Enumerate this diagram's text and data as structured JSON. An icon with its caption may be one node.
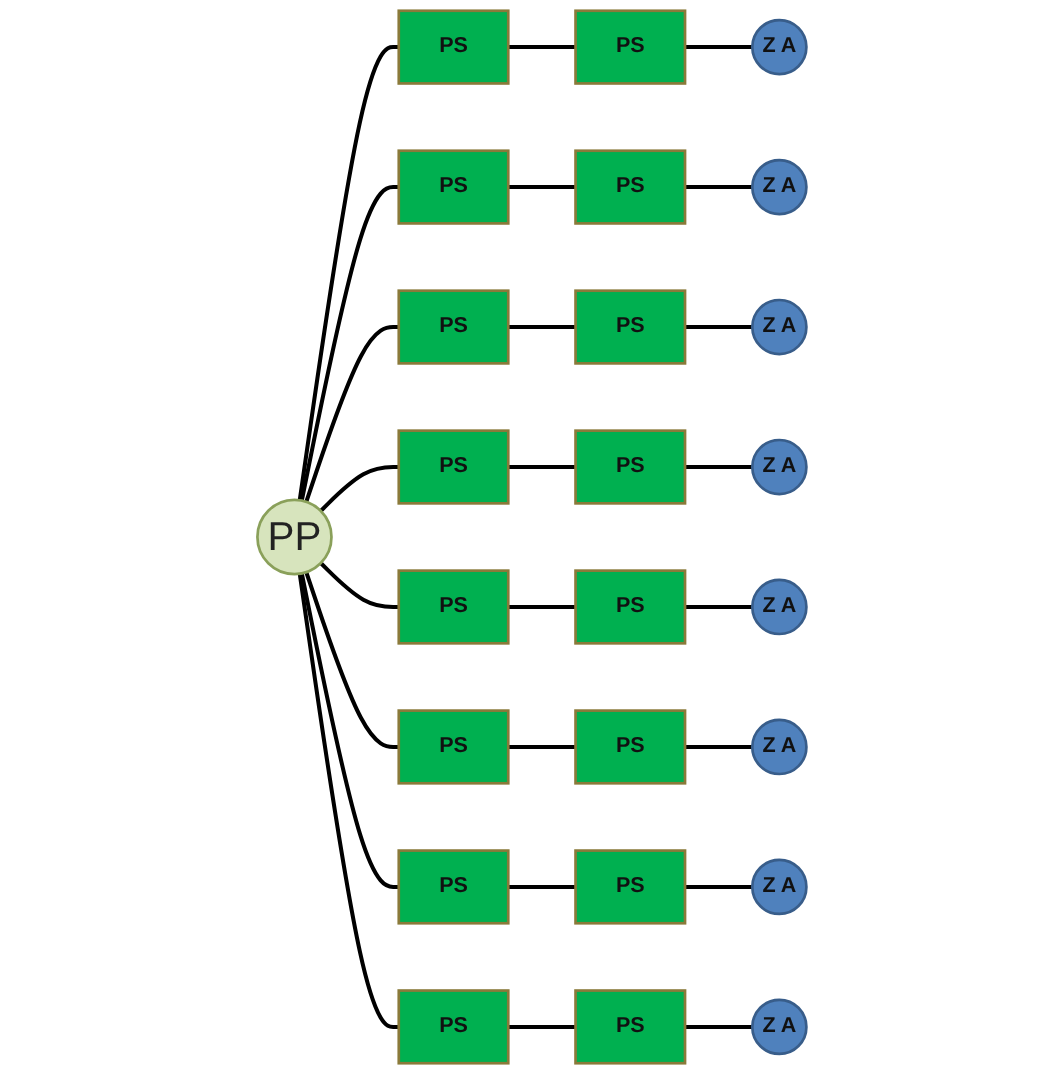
{
  "diagram": {
    "nodes": [
      {
        "text": [
          "PP"
        ]
      },
      {
        "text": [
          "Z A"
        ]
      },
      {
        "text": [
          "PS"
        ]
      },
      {
        "text": [
          "PS"
        ]
      },
      {
        "text": [
          "PS"
        ]
      },
      {
        "text": [
          "PS"
        ]
      },
      {
        "text": [
          "Z A"
        ]
      },
      {
        "text": [
          "Z A"
        ]
      },
      {
        "text": [
          "PS"
        ]
      },
      {
        "text": [
          "PS"
        ]
      },
      {
        "text": [
          "PS"
        ]
      },
      {
        "text": [
          "PS"
        ]
      },
      {
        "text": [
          "Z A"
        ]
      },
      {
        "text": [
          "Z A"
        ]
      },
      {
        "text": [
          "PS"
        ]
      },
      {
        "text": [
          "PS"
        ]
      },
      {
        "text": [
          "PS"
        ]
      },
      {
        "text": [
          "PS"
        ]
      },
      {
        "text": [
          "Z A"
        ]
      },
      {
        "text": [
          "Z A"
        ]
      },
      {
        "text": [
          "PS"
        ]
      },
      {
        "text": [
          "PS"
        ]
      },
      {
        "text": [
          "PS"
        ]
      },
      {
        "text": [
          "PS"
        ]
      },
      {
        "text": [
          "Z A"
        ]
      }
    ],
    "edges": [
      {
        "from": 0,
        "to": 3,
        "arrow": "none"
      },
      {
        "from": 3,
        "to": 2,
        "arrow": "none"
      },
      {
        "from": 2,
        "to": 1,
        "arrow": "none"
      },
      {
        "from": 0,
        "to": 4,
        "arrow": "none"
      },
      {
        "from": 4,
        "to": 5,
        "arrow": "none"
      },
      {
        "from": 5,
        "to": 6,
        "arrow": "none"
      },
      {
        "from": 0,
        "to": 9,
        "arrow": "none"
      },
      {
        "from": 9,
        "to": 8,
        "arrow": "none"
      },
      {
        "from": 8,
        "to": 7,
        "arrow": "none"
      },
      {
        "from": 0,
        "to": 10,
        "arrow": "none"
      },
      {
        "from": 10,
        "to": 11,
        "arrow": "none"
      },
      {
        "from": 11,
        "to": 12,
        "arrow": "none"
      },
      {
        "from": 0,
        "to": 15,
        "arrow": "none"
      },
      {
        "from": 15,
        "to": 14,
        "arrow": "none"
      },
      {
        "from": 14,
        "to": 13,
        "arrow": "none"
      },
      {
        "from": 0,
        "to": 16,
        "arrow": "none"
      },
      {
        "from": 16,
        "to": 17,
        "arrow": "none"
      },
      {
        "from": 17,
        "to": 18,
        "arrow": "none"
      },
      {
        "from": 0,
        "to": 21,
        "arrow": "none"
      },
      {
        "from": 21,
        "to": 20,
        "arrow": "none"
      },
      {
        "from": 20,
        "to": 19,
        "arrow": "none"
      },
      {
        "from": 0,
        "to": 22,
        "arrow": "none"
      },
      {
        "from": 22,
        "to": 23,
        "arrow": "none"
      },
      {
        "from": 23,
        "to": 24,
        "arrow": "none"
      }
    ]
  }
}
